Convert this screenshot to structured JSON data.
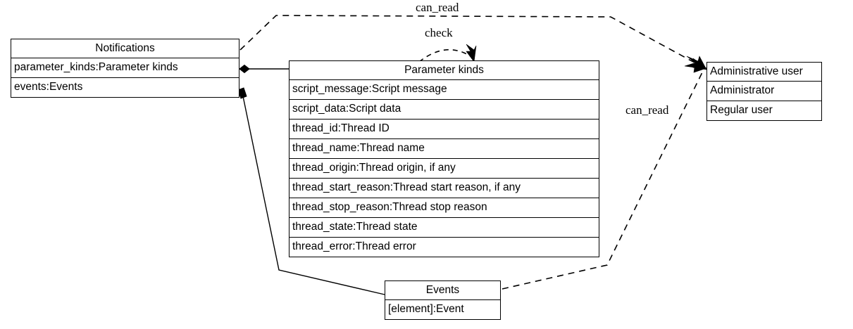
{
  "diagram": {
    "type": "uml-class-diagram",
    "background_color": "#ffffff",
    "line_color": "#000000"
  },
  "classes": {
    "notifications": {
      "title": "Notifications",
      "attributes": [
        "parameter_kinds:Parameter kinds",
        "events:Events"
      ]
    },
    "parameter_kinds": {
      "title": "Parameter kinds",
      "attributes": [
        "script_message:Script message",
        "script_data:Script data",
        "thread_id:Thread ID",
        "thread_name:Thread name",
        "thread_origin:Thread origin, if any",
        "thread_start_reason:Thread start reason, if any",
        "thread_stop_reason:Thread stop reason",
        "thread_state:Thread state",
        "thread_error:Thread error"
      ]
    },
    "administrative_user": {
      "title": "Administrative user",
      "attributes": [
        "Administrator",
        "Regular user"
      ]
    },
    "events": {
      "title": "Events",
      "attributes": [
        "[element]:Event"
      ]
    }
  },
  "edges": {
    "can_read_top": {
      "label": "can_read",
      "style": "dashed",
      "from": "notifications",
      "to": "administrative_user"
    },
    "check": {
      "label": "check",
      "style": "dashed",
      "from": "parameter_kinds",
      "to": "parameter_kinds"
    },
    "can_read_right": {
      "label": "can_read",
      "style": "dashed",
      "from": "events",
      "to": "administrative_user"
    },
    "composition_parameter_kinds": {
      "label": "",
      "style": "solid-composition",
      "from": "notifications",
      "to": "parameter_kinds"
    },
    "composition_events": {
      "label": "",
      "style": "solid-composition",
      "from": "notifications",
      "to": "events"
    }
  }
}
